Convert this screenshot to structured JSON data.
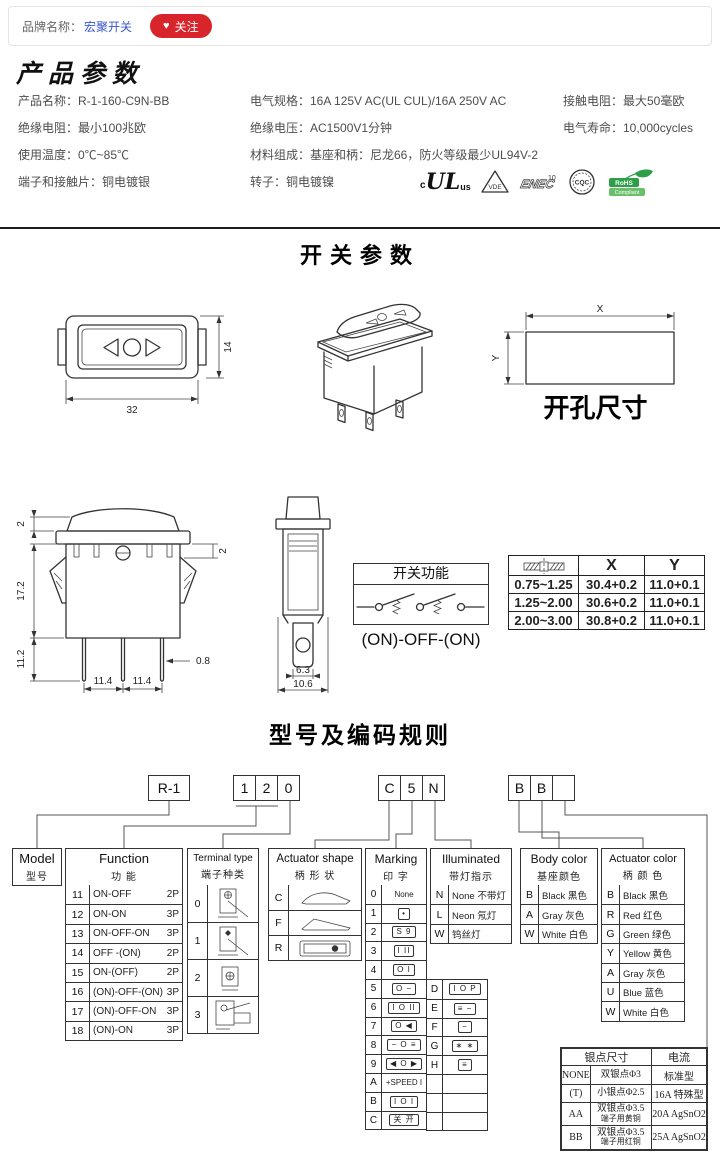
{
  "header": {
    "brand_label": "品牌名称：",
    "brand_name": "宏聚开关",
    "follow_heart": "♥",
    "follow_text": "关注"
  },
  "product": {
    "title": "产品参数",
    "col1": [
      "产品名称：R-1-160-C9N-BB",
      "绝缘电阻：最小100兆欧",
      "使用温度：0℃~85℃",
      "端子和接触片：铜电镀银"
    ],
    "col2": [
      "电气规格：16A  125V  AC(UL CUL)/16A 250V  AC",
      "绝缘电压：AC1500V1分钟",
      "材料组成：基座和柄：尼龙66，防火等级最少UL94V-2",
      "转子：铜电镀镍"
    ],
    "col3": [
      "接触电阻：最大50毫欧",
      "电气寿命：10,000cycles"
    ],
    "cert_ul_c": "c",
    "cert_ul": "UL",
    "cert_ul_us": "us",
    "cert_vde": "VDE",
    "cert_enec": "ENEC",
    "cert_enec_num": "10",
    "cert_cqc": "CQC",
    "cert_rohs_1": "RoHS",
    "cert_rohs_2": "Compliant"
  },
  "switch_section": {
    "title": "开关参数",
    "front": {
      "dim_w": "32",
      "dim_h": "14"
    },
    "cutout": {
      "x": "X",
      "y": "Y",
      "caption": "开孔尺寸"
    },
    "side": {
      "d2a": "2",
      "d2b": "2",
      "d17": "17.2",
      "d11": "11.2",
      "d114a": "11.4",
      "d114b": "11.4",
      "d08": "0.8"
    },
    "profile": {
      "d63": "6.3",
      "d106": "10.6"
    },
    "func": {
      "title": "开关功能",
      "caption": "(ON)-OFF-(ON)"
    },
    "xy_table": {
      "h_x": "X",
      "h_y": "Y",
      "rows": [
        {
          "t": "0.75~1.25",
          "x": "30.4+0.2",
          "y": "11.0+0.1"
        },
        {
          "t": "1.25~2.00",
          "x": "30.6+0.2",
          "y": "11.0+0.1"
        },
        {
          "t": "2.00~3.00",
          "x": "30.8+0.2",
          "y": "11.0+0.1"
        }
      ]
    }
  },
  "coding": {
    "title": "型号及编码规则",
    "code_boxes": {
      "model": "R-1",
      "digits": [
        "1",
        "2",
        "0"
      ],
      "mid": [
        "C",
        "5",
        "N"
      ],
      "suffix": [
        "B",
        "B",
        ""
      ]
    },
    "model_table": {
      "en": "Model",
      "cn": "型号"
    },
    "function_table": {
      "en": "Function",
      "cn": "功  能",
      "rows": [
        {
          "no": "11",
          "label": "ON-OFF",
          "poles": "2P"
        },
        {
          "no": "12",
          "label": "ON-ON",
          "poles": "3P"
        },
        {
          "no": "13",
          "label": "ON-OFF-ON",
          "poles": "3P"
        },
        {
          "no": "14",
          "label": "OFF -(ON)",
          "poles": "2P"
        },
        {
          "no": "15",
          "label": "ON-(OFF)",
          "poles": "2P"
        },
        {
          "no": "16",
          "label": "(ON)-OFF-(ON)",
          "poles": "3P"
        },
        {
          "no": "17",
          "label": "(ON)-OFF-ON",
          "poles": "3P"
        },
        {
          "no": "18",
          "label": "(ON)-ON",
          "poles": "3P"
        }
      ]
    },
    "terminal_table": {
      "en": "Terminal type",
      "cn": "端子种类",
      "codes": [
        "0",
        "1",
        "2",
        "3"
      ]
    },
    "shape_table": {
      "en": "Actuator shape",
      "cn": "柄 形 状",
      "codes": [
        "C",
        "F",
        "R"
      ]
    },
    "marking_table": {
      "en": "Marking",
      "cn": "印  字",
      "left": [
        {
          "code": "0",
          "sym": "None",
          "box": "plain"
        },
        {
          "code": "1",
          "sym": "•",
          "box": "mbox"
        },
        {
          "code": "2",
          "sym": "S 9",
          "box": "mbox"
        },
        {
          "code": "3",
          "sym": "I II",
          "box": "mbox"
        },
        {
          "code": "4",
          "sym": "O I",
          "box": "mbox"
        },
        {
          "code": "5",
          "sym": "O −",
          "box": "mbox"
        },
        {
          "code": "6",
          "sym": "I O II",
          "box": "mbox"
        },
        {
          "code": "7",
          "sym": "O ◀",
          "box": "mbox"
        },
        {
          "code": "8",
          "sym": "− O ≡",
          "box": "mbox"
        },
        {
          "code": "9",
          "sym": "◀ O ▶",
          "box": "mbox"
        },
        {
          "code": "A",
          "sym": "+SPEED I",
          "box": "plain"
        },
        {
          "code": "B",
          "sym": "I O I",
          "box": "mbox"
        },
        {
          "code": "C",
          "sym": "关 开",
          "box": "mbox"
        }
      ],
      "right": [
        {
          "code": "D",
          "sym": "I O P",
          "box": "mbox"
        },
        {
          "code": "E",
          "sym": "≡ −",
          "box": "mbox"
        },
        {
          "code": "F",
          "sym": "−",
          "box": "mbox"
        },
        {
          "code": "G",
          "sym": "∗ ∗",
          "box": "mbox"
        },
        {
          "code": "H",
          "sym": "≡",
          "box": "mbox"
        },
        {
          "code": "",
          "sym": "",
          "box": "plain"
        },
        {
          "code": "",
          "sym": "",
          "box": "plain"
        },
        {
          "code": "",
          "sym": "",
          "box": "plain"
        }
      ]
    },
    "illuminated_table": {
      "en": "Illuminated",
      "cn": "带灯指示",
      "rows": [
        {
          "code": "N",
          "label": "None 不带灯"
        },
        {
          "code": "L",
          "label": "Neon 氖灯"
        },
        {
          "code": "W",
          "label": "钨丝灯"
        }
      ]
    },
    "body_color_table": {
      "en": "Body color",
      "cn": "基座颜色",
      "rows": [
        {
          "code": "B",
          "label": "Black 黑色"
        },
        {
          "code": "A",
          "label": "Gray 灰色"
        },
        {
          "code": "W",
          "label": "White 白色"
        }
      ]
    },
    "actuator_color_table": {
      "en": "Actuator color",
      "cn": "柄 颜 色",
      "rows": [
        {
          "code": "B",
          "label": "Black 黑色"
        },
        {
          "code": "R",
          "label": "Red  红色"
        },
        {
          "code": "G",
          "label": "Green 绿色"
        },
        {
          "code": "Y",
          "label": "Yellow 黄色"
        },
        {
          "code": "A",
          "label": "Gray 灰色"
        },
        {
          "code": "U",
          "label": "Blue  蓝色"
        },
        {
          "code": "W",
          "label": "White 白色"
        }
      ]
    },
    "silver_table": {
      "h1": "银点尺寸",
      "h2": "电流",
      "rows": [
        {
          "code": "NONE",
          "desc": "双银点Φ3",
          "desc2": "",
          "current": "标准型"
        },
        {
          "code": "(T)",
          "desc": "小银点Φ2.5",
          "desc2": "",
          "current": "16A 特殊型"
        },
        {
          "code": "AA",
          "desc": "双银点Φ3.5",
          "desc2": "端子用黄铜",
          "current": "20A AgSnO2"
        },
        {
          "code": "BB",
          "desc": "双银点Φ3.5",
          "desc2": "端子用红铜",
          "current": "25A AgSnO2"
        }
      ]
    }
  }
}
